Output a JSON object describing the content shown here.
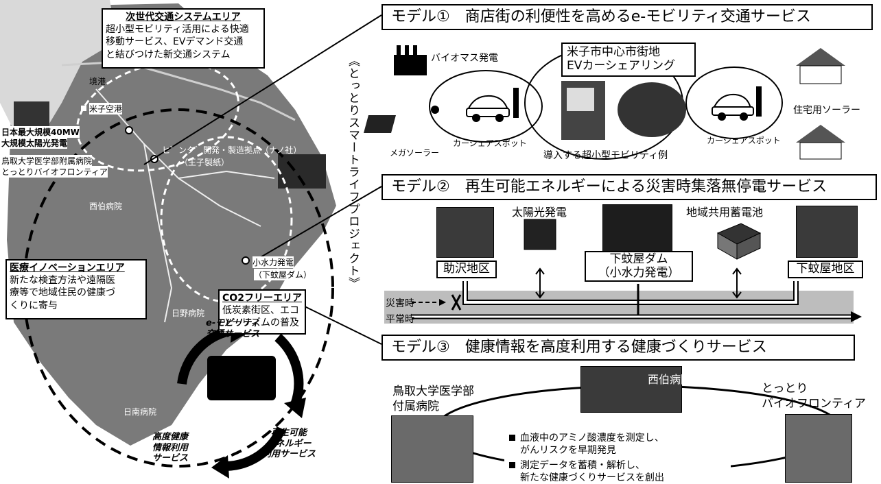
{
  "project_title": "《とっとりスマートライフプロジェクト》",
  "map": {
    "areas": {
      "next_gen": {
        "title": "次世代交通システムエリア",
        "lines": [
          "超小型モビリティ活用による快適",
          "移動サービス、EVデマンド交通",
          "と結びつけた新交通システム"
        ]
      },
      "medical": {
        "title": "医療イノベーションエリア",
        "lines": [
          "新たな検査方法や遠隔医",
          "療等で地域住民の健康づ",
          "くりに寄与"
        ]
      },
      "co2free": {
        "title": "CO2フリーエリア",
        "lines": [
          "低炭素街区、エコ",
          "ツーリズムの普及"
        ]
      }
    },
    "places": {
      "sakaiminato": "境港",
      "yonago_airport": "米子空港",
      "solar_line1": "日本最大規模40MW",
      "solar_line2": "大規模太陽光発電",
      "univ_line1": "鳥取大学医学部附属病院",
      "univ_line2": "とっとりバイオフロンティア",
      "nanbu": "ヒ゛ンク゛開発・製造拠点（ナノ社）",
      "paper": "（王子製紙）",
      "saihaku": "西伯病院",
      "hydro_line1": "小水力発電",
      "hydro_line2": "（下蚊屋ダム）",
      "hino": "日野病院",
      "nichinan": "日南病院"
    }
  },
  "cycle": {
    "top": [
      "e-モビリティ",
      "交通サービス"
    ],
    "right": [
      "再生可能",
      "エネルギー",
      "利用サービス"
    ],
    "left": [
      "高度健康",
      "情報利用",
      "サービス"
    ]
  },
  "model1": {
    "title": "モデル①　商店街の利便性を高めるe-モビリティ交通サービス",
    "biomass": "バイオマス発電",
    "city_line1": "米子市中心市街地",
    "city_line2": "EVカーシェアリング",
    "carshare_left": "カーシェアスポット",
    "carshare_right": "カーシェアスポット",
    "mega_solar": "メガソーラー",
    "home_solar": "住宅用ソーラー",
    "intro": "導入する超小型モビリティ例"
  },
  "model2": {
    "title": "モデル②　再生可能エネルギーによる災害時集落無停電サービス",
    "solar": "太陽光発電",
    "battery": "地域共用蓄電池",
    "sukezawa": "助沢地区",
    "dam_line1": "下蚊屋ダム",
    "dam_line2": "（小水力発電）",
    "kagaya": "下蚊屋地区",
    "disaster": "災害時",
    "normal": "平常時"
  },
  "model3": {
    "title": "モデル③　健康情報を高度利用する健康づくりサービス",
    "univ_line1": "鳥取大学医学部",
    "univ_line2": "付属病院",
    "saihaku": "西伯病院",
    "bio_line1": "とっとり",
    "bio_line2": "バイオフロンティア",
    "bullet1_line1": "血液中のアミノ酸濃度を測定し、",
    "bullet1_line2": "がんリスクを早期発見",
    "bullet2_line1": "測定データを蓄積・解析し、",
    "bullet2_line2": "新たな健康づくりサービスを創出"
  }
}
